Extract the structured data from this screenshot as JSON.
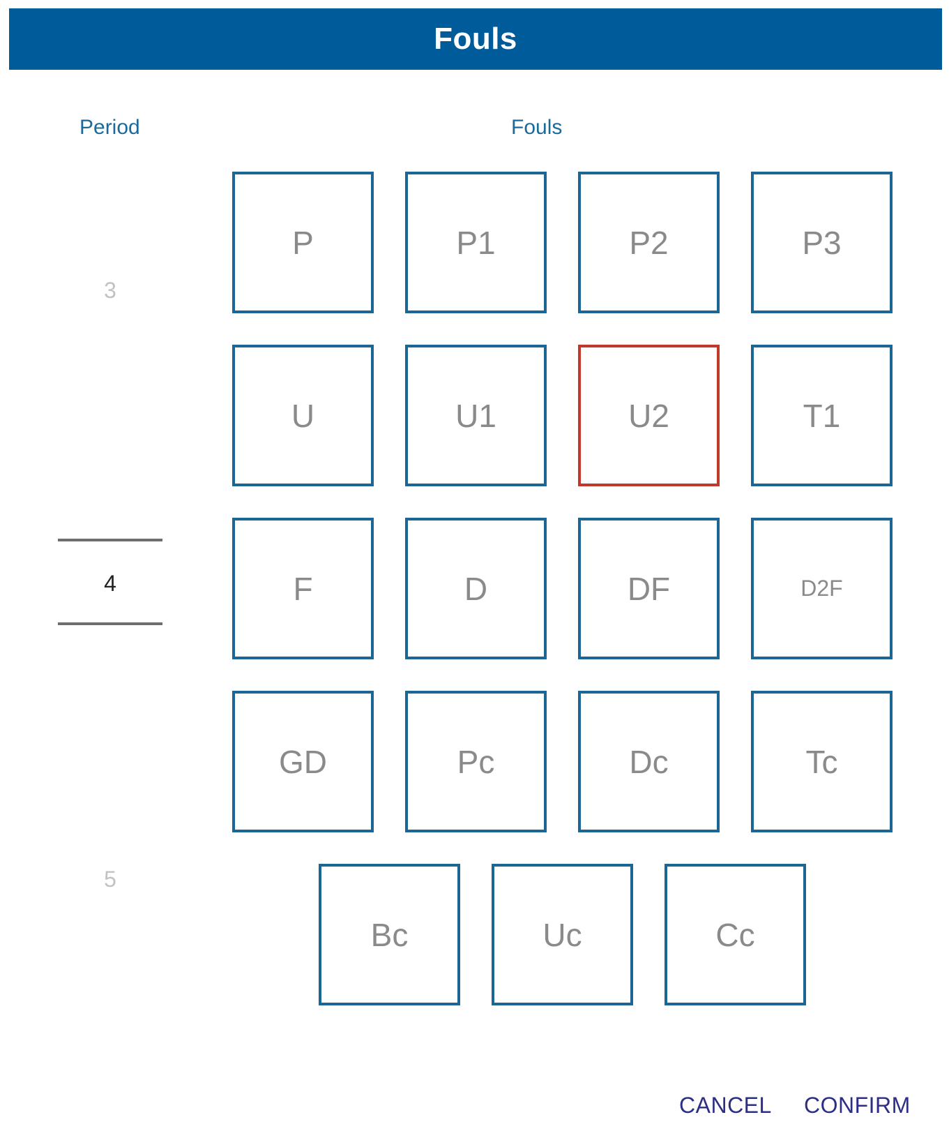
{
  "dialog": {
    "title": "Fouls"
  },
  "headers": {
    "period": "Period",
    "fouls": "Fouls"
  },
  "period_picker": {
    "previous": "3",
    "selected": "4",
    "next": "5"
  },
  "fouls": [
    {
      "label": "P",
      "selected": false
    },
    {
      "label": "P1",
      "selected": false
    },
    {
      "label": "P2",
      "selected": false
    },
    {
      "label": "P3",
      "selected": false
    },
    {
      "label": "U",
      "selected": false
    },
    {
      "label": "U1",
      "selected": false
    },
    {
      "label": "U2",
      "selected": true
    },
    {
      "label": "T1",
      "selected": false
    },
    {
      "label": "F",
      "selected": false
    },
    {
      "label": "D",
      "selected": false
    },
    {
      "label": "DF",
      "selected": false
    },
    {
      "label": "D2F",
      "selected": false
    },
    {
      "label": "GD",
      "selected": false
    },
    {
      "label": "Pc",
      "selected": false
    },
    {
      "label": "Dc",
      "selected": false
    },
    {
      "label": "Tc",
      "selected": false
    },
    {
      "label": "Bc",
      "selected": false
    },
    {
      "label": "Uc",
      "selected": false
    },
    {
      "label": "Cc",
      "selected": false
    }
  ],
  "actions": {
    "cancel": "CANCEL",
    "confirm": "CONFIRM"
  },
  "colors": {
    "header_bar": "#005b9a",
    "button_border": "#1b6694",
    "selected_border": "#c0392b",
    "action_text": "#2d2f86"
  }
}
